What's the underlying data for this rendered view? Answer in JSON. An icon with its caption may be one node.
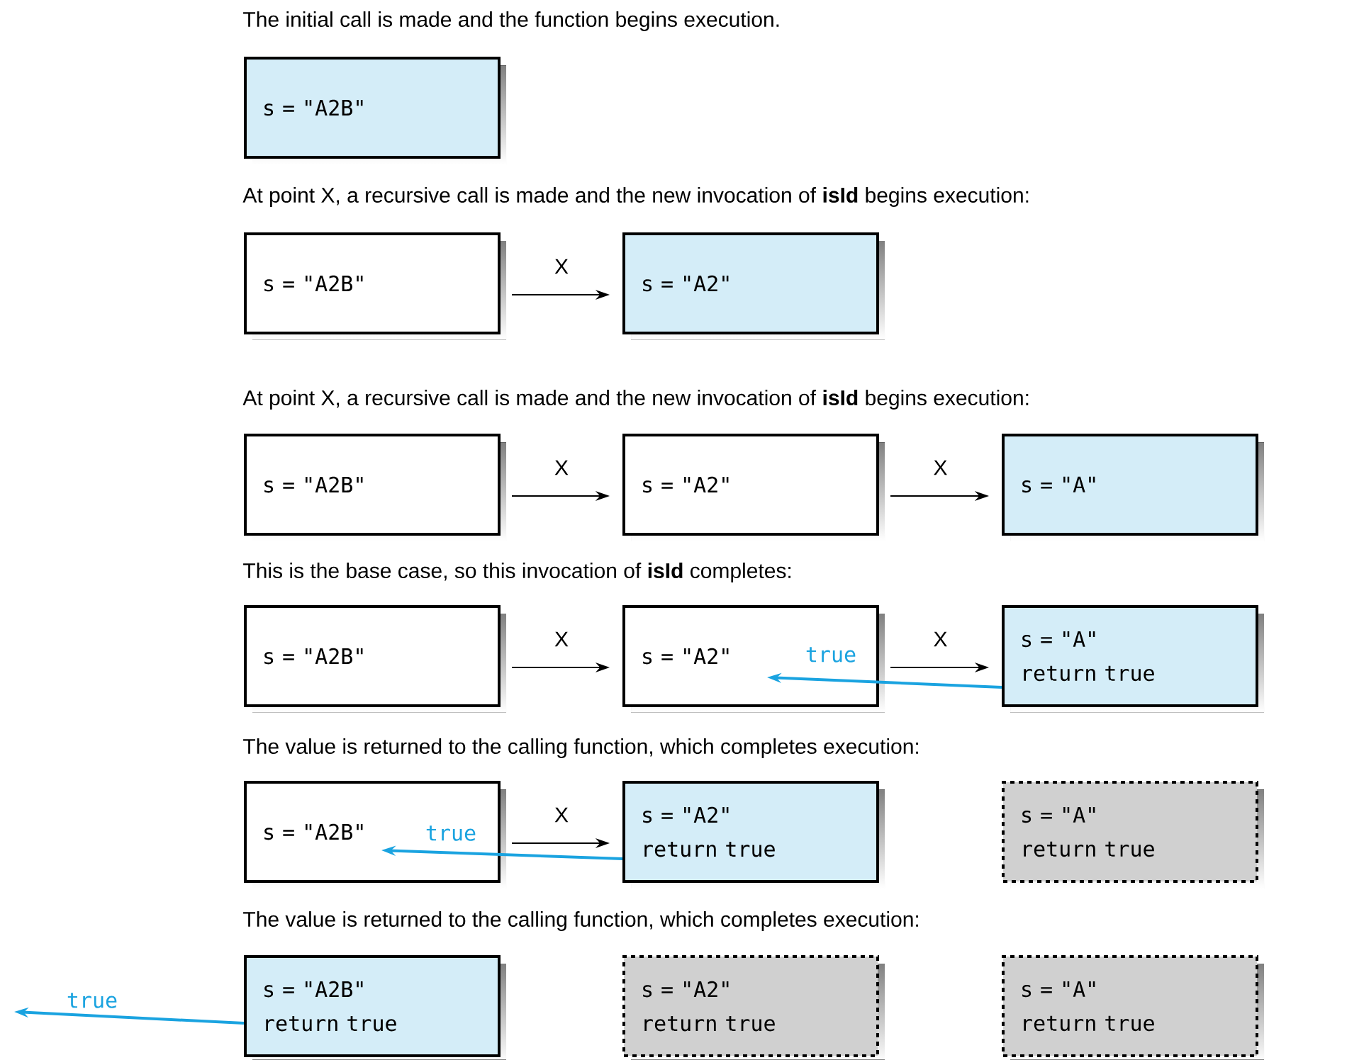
{
  "diagram": {
    "nodes": [
      {
        "text": [
          "s = \"A2B\""
        ]
      },
      {
        "text": [
          "s = \"A2B\""
        ]
      },
      {
        "text": [
          "s = \"A2\""
        ]
      },
      {
        "text": [
          "s = \"A2B\""
        ]
      },
      {
        "text": [
          "s = \"A2\""
        ]
      },
      {
        "text": [
          "s = \"A\""
        ]
      },
      {
        "text": [
          "s = \"A2B\""
        ]
      },
      {
        "text": [
          "s = \"A2\""
        ]
      },
      {
        "text": [
          "s = \"A\"",
          "return true"
        ]
      },
      {
        "text": [
          "s = \"A2B\""
        ]
      },
      {
        "text": [
          "s = \"A2\"",
          "return true"
        ]
      },
      {
        "text": [
          "s = \"A\"",
          "return true"
        ]
      },
      {
        "text": [
          "s = \"A2B\"",
          "return true"
        ]
      },
      {
        "text": [
          "s = \"A2\"",
          "return true"
        ]
      },
      {
        "text": [
          "s = \"A\"",
          "return true"
        ]
      }
    ],
    "edges": [
      {
        "from": 1,
        "to": 2,
        "arrow": "to",
        "label": "X"
      },
      {
        "from": 3,
        "to": 4,
        "arrow": "to",
        "label": "X"
      },
      {
        "from": 4,
        "to": 5,
        "arrow": "to",
        "label": "X"
      },
      {
        "from": 6,
        "to": 7,
        "arrow": "to",
        "label": "X"
      },
      {
        "from": 7,
        "to": 8,
        "arrow": "to",
        "label": "X"
      },
      {
        "from": 8,
        "to": 7,
        "arrow": "to",
        "label": "true",
        "color": "#1aa3e0"
      },
      {
        "from": 9,
        "to": 10,
        "arrow": "to",
        "label": "X"
      },
      {
        "from": 10,
        "to": 9,
        "arrow": "to",
        "label": "true",
        "color": "#1aa3e0"
      },
      {
        "from": 12,
        "to": null,
        "arrow": "to",
        "label": "true",
        "color": "#1aa3e0"
      }
    ],
    "labels": [
      "The initial call is made and the function begins execution.",
      "At point X, a recursive call is made and the new invocation of **isId** begins execution:",
      "At point X, a recursive call is made and the new invocation of **isId** begins execution:",
      "This is the base case, so this invocation of **isId** completes:",
      "The value is returned to the calling function, which completes execution:",
      "The value is returned to the calling function, which completes execution:"
    ]
  }
}
